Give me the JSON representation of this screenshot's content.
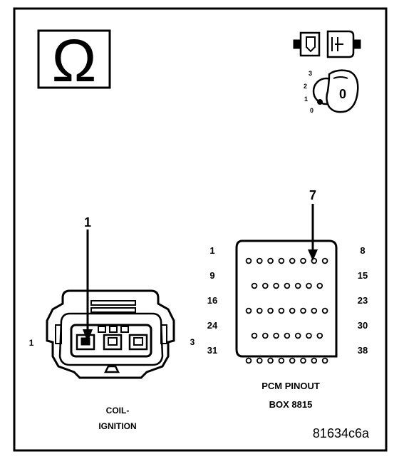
{
  "figure_id": "81634c6a",
  "ohm_symbol": "Ω",
  "ignition_key": {
    "positions": [
      "3",
      "2",
      "1",
      "0"
    ],
    "key_label": "0"
  },
  "coil": {
    "callout": "1",
    "left_pin": "1",
    "right_pin": "3",
    "caption_line1": "COIL-",
    "caption_line2": "IGNITION"
  },
  "pcm": {
    "callout": "7",
    "left_labels": [
      "1",
      "9",
      "16",
      "24",
      "31"
    ],
    "right_labels": [
      "8",
      "15",
      "23",
      "30",
      "38"
    ],
    "row_pin_counts": [
      8,
      7,
      8,
      7,
      8
    ],
    "caption_line1": "PCM PINOUT",
    "caption_line2": "BOX 8815"
  }
}
